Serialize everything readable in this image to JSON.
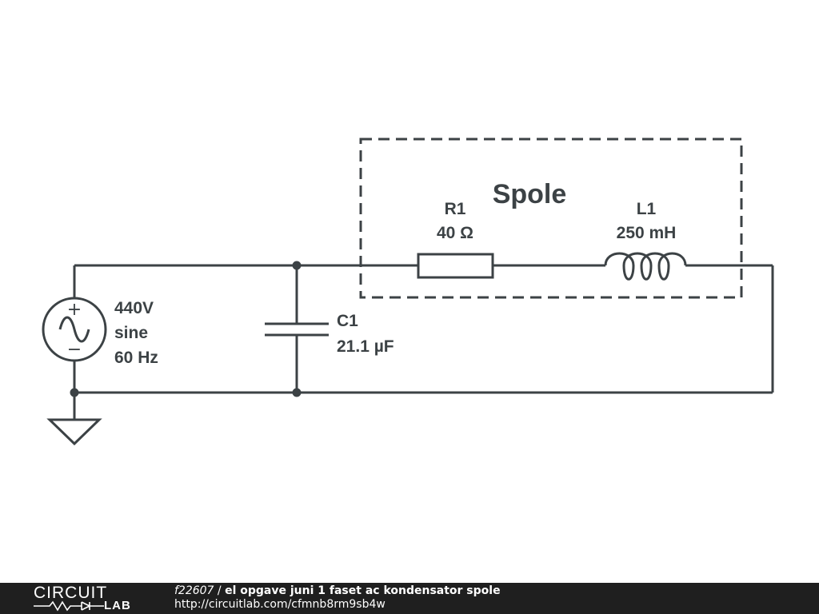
{
  "diagram": {
    "group_label": "Spole",
    "source": {
      "value": "440V",
      "waveform": "sine",
      "frequency": "60 Hz",
      "plus": "+",
      "minus": "−"
    },
    "resistor": {
      "name": "R1",
      "value": "40 Ω"
    },
    "inductor": {
      "name": "L1",
      "value": "250 mH"
    },
    "capacitor": {
      "name": "C1",
      "value": "21.1 µF"
    }
  },
  "footer": {
    "logo_top": "CIRCUIT",
    "logo_bottom": "LAB",
    "id": "f22607",
    "separator": " / ",
    "title": "el opgave juni 1 faset ac kondensator spole",
    "url": "http://circuitlab.com/cfmnb8rm9sb4w"
  }
}
